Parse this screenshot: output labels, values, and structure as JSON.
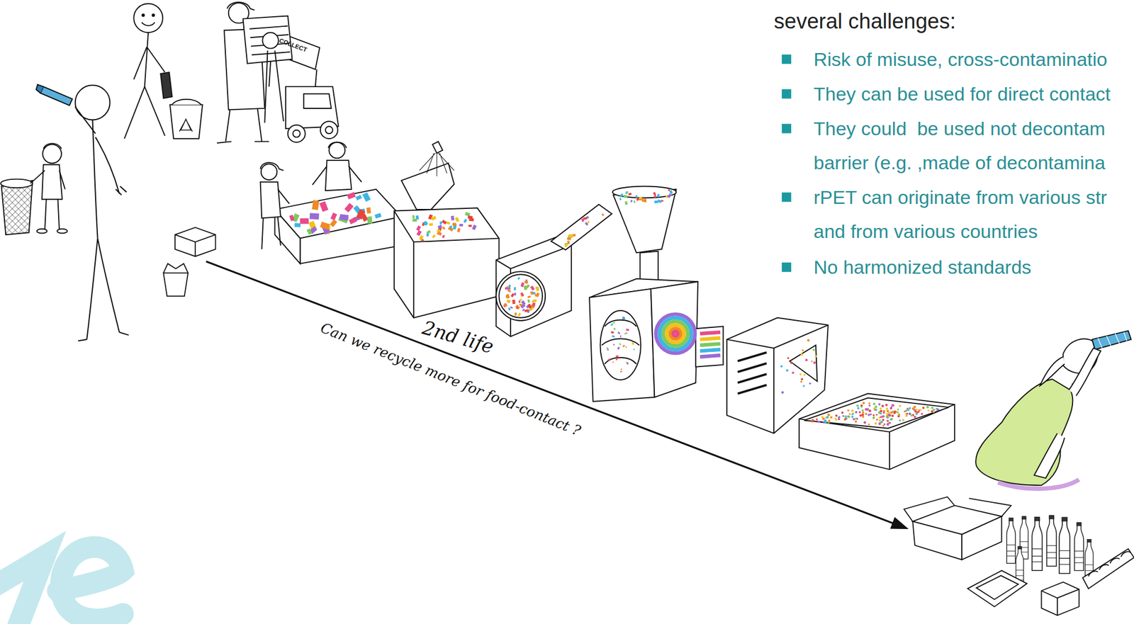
{
  "diagram": {
    "labels": [
      "several challenges:",
      "Risk of misuse, cross-contaminatio",
      "They can be used for direct contact",
      "They could  be used not decontam barrier (e.g. ,made of decontamina",
      "rPET can originate from various str and from various countries",
      "No harmonized standards",
      "COLLECT",
      "2nd life",
      "Can we recycle more for food-contact ?"
    ]
  }
}
